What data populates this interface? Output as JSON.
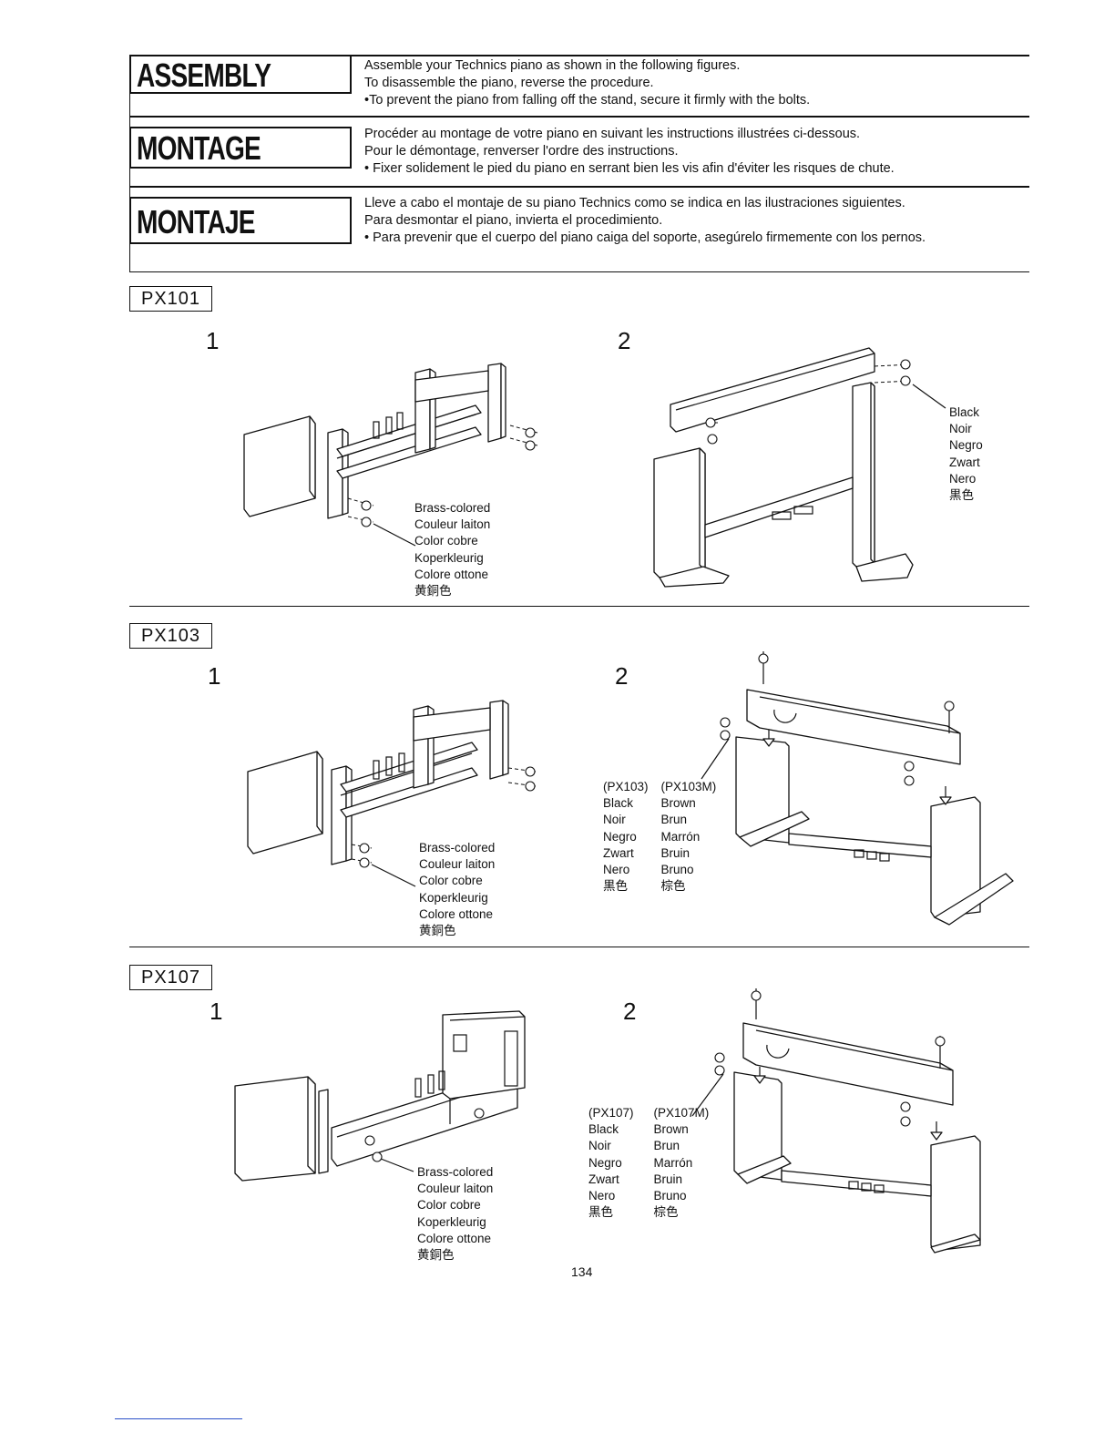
{
  "sections": [
    {
      "title": "ASSEMBLY",
      "lines": [
        "Assemble your Technics piano as shown in the following figures.",
        "To disassemble the piano, reverse the procedure.",
        "•To prevent the piano from falling off the stand, secure it firmly with the bolts."
      ]
    },
    {
      "title": "MONTAGE",
      "lines": [
        "Procéder au montage de votre piano en suivant les instructions illustrées ci-dessous.",
        "Pour le démontage, renverser l'ordre des instructions.",
        "• Fixer solidement le pied du piano en serrant bien les vis afin d'éviter les risques de chute."
      ]
    },
    {
      "title": "MONTAJE",
      "lines": [
        "Lleve a cabo el montaje de su piano Technics como se indica en las ilustraciones siguientes.",
        "Para desmontar el piano, invierta el procedimiento.",
        "• Para prevenir que el cuerpo del piano caiga del soporte, asegúrelo firmemente con los pernos."
      ]
    }
  ],
  "models": [
    {
      "name": "PX101",
      "step1": "1",
      "step2": "2",
      "brass_label": [
        "Brass-colored",
        "Couleur laiton",
        "Color cobre",
        "Koperkleurig",
        "Colore ottone",
        "黄銅色"
      ],
      "black_label": [
        "Black",
        "Noir",
        "Negro",
        "Zwart",
        "Nero",
        "黒色"
      ]
    },
    {
      "name": "PX103",
      "step1": "1",
      "step2": "2",
      "brass_label": [
        "Brass-colored",
        "Couleur laiton",
        "Color cobre",
        "Koperkleurig",
        "Colore ottone",
        "黄銅色"
      ],
      "col_a": [
        "(PX103)",
        "Black",
        "Noir",
        "Negro",
        "Zwart",
        "Nero",
        "黒色"
      ],
      "col_b": [
        "(PX103M)",
        "Brown",
        "Brun",
        "Marrón",
        "Bruin",
        "Bruno",
        "棕色"
      ]
    },
    {
      "name": "PX107",
      "step1": "1",
      "step2": "2",
      "brass_label": [
        "Brass-colored",
        "Couleur laiton",
        "Color cobre",
        "Koperkleurig",
        "Colore ottone",
        "黄銅色"
      ],
      "col_a": [
        "(PX107)",
        "Black",
        "Noir",
        "Negro",
        "Zwart",
        "Nero",
        "黒色"
      ],
      "col_b": [
        "(PX107M)",
        "Brown",
        "Brun",
        "Marrón",
        "Bruin",
        "Bruno",
        "棕色"
      ]
    }
  ],
  "page_number": "134"
}
